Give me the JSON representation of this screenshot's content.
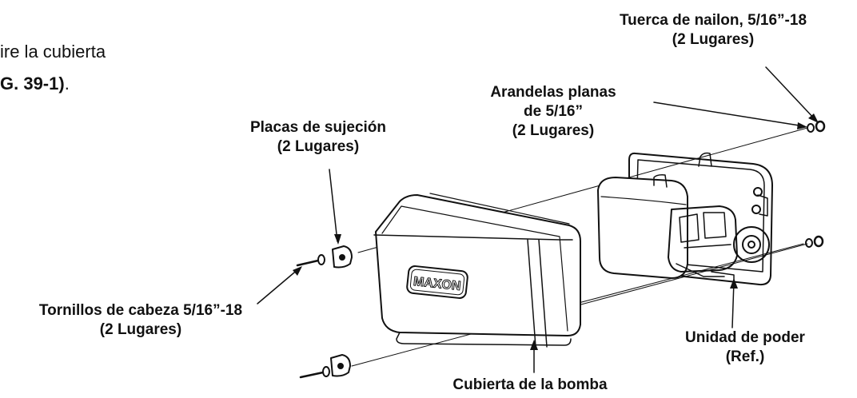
{
  "intro": {
    "line1": "ire la cubierta",
    "line2_bold": "G. 39-1)",
    "line2_end": "."
  },
  "callouts": {
    "nut": {
      "line1": "Tuerca de nailon, 5/16”-18",
      "line2": "(2 Lugares)"
    },
    "washers": {
      "line1": "Arandelas planas",
      "line2": "de 5/16”",
      "line3": "(2 Lugares)"
    },
    "plates": {
      "line1": "Placas de sujeción",
      "line2": "(2 Lugares)"
    },
    "screws": {
      "line1": "Tornillos de cabeza 5/16”-18",
      "line2": "(2 Lugares)"
    },
    "power_unit": {
      "line1": "Unidad de poder",
      "line2": "(Ref.)"
    },
    "pump_cover": {
      "line1": "Cubierta de la bomba"
    }
  },
  "cover_logo": "MAXON"
}
